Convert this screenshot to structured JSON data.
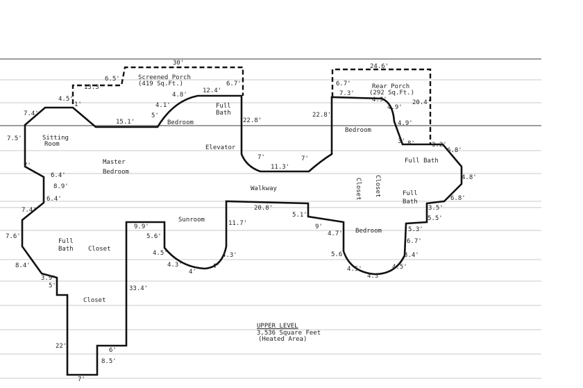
{
  "rooms": {
    "screened_porch": "Screened Porch",
    "screened_porch_area": "(419 Sq.Ft.)",
    "rear_porch": "Rear Porch",
    "rear_porch_area": "(292 Sq.Ft.)",
    "sitting_room_1": "Sitting",
    "sitting_room_2": "Room",
    "master_bedroom_1": "Master",
    "master_bedroom_2": "Bedroom",
    "full_bath_upper_1": "Full",
    "full_bath_upper_2": "Bath",
    "bedroom_mid": "Bedroom",
    "elevator": "Elevator",
    "bedroom_right": "Bedroom",
    "full_bath_right": "Full Bath",
    "walkway": "Walkway",
    "closet_vertical": "Closet",
    "full_bath_far_right_1": "Full",
    "full_bath_far_right_2": "Bath",
    "sunroom": "Sunroom",
    "full_bath_left_1": "Full",
    "full_bath_left_2": "Bath",
    "closet_left": "Closet",
    "closet_bottom": "Closet",
    "bedroom_bottom_right": "Bedroom"
  },
  "dimensions": {
    "d30": "30'",
    "d6_5": "6.5'",
    "d13_3": "13.3'",
    "d4_5a": "4.5'",
    "d1": "1'",
    "d7_4a": "7.4'",
    "d15_1": "15.1'",
    "d4_1": "4.1'",
    "d4_8a": "4.8'",
    "d12_4": "12.4'",
    "d6_7a": "6.7'",
    "d5a": "5'",
    "d22_8a": "22.8'",
    "d7_5": "7.5'",
    "d7a": "7'",
    "d6_4a": "6.4'",
    "d8_9": "8.9'",
    "d6_4b": "6.4'",
    "d7_4b": "7.4'",
    "d7_6": "7.6'",
    "d8_4": "8.4'",
    "d3_9": "3.9'",
    "d5b": "5'",
    "d7b": "7'",
    "d11_3": "11.3'",
    "d7c": "7'",
    "d22_8b": "22.8'",
    "d24_6": "24.6'",
    "d6_7b": "6.7'",
    "d7_3": "7.3'",
    "d4_9a": "4.9'",
    "d4_9b": "4.9'",
    "d20_4": "20.4'",
    "d4_9c": "4.9'",
    "d3a": "3'",
    "d8a": "8'",
    "d3_2": "3.2'",
    "d6_8a": "6.8'",
    "d4_8b": "4.8'",
    "d6_8b": "6.8'",
    "d3_5": "3.5'",
    "d5_5": "5.5'",
    "d5_3": "5.3'",
    "d6_7c": "6.7'",
    "d3_4": "3.4'",
    "d4_5b": "4.5'",
    "d4_3a": "4.3'",
    "d4_5c": "4.5'",
    "d5_6a": "5.6'",
    "d4_7": "4.7'",
    "d9": "9'",
    "d5_1": "5.1'",
    "d20_8": "20.8'",
    "d11_7": "11.7'",
    "d4_3b": "4.3'",
    "d4a": "4'",
    "d4b": "4'",
    "d4_3c": "4.3'",
    "d4_5d": "4.5'",
    "d5_6b": "5.6'",
    "d9_9": "9.9'",
    "d33_4": "33.4'",
    "d6": "6'",
    "d8_5": "8.5'",
    "d7d": "7'",
    "d22": "22'"
  },
  "summary": {
    "level": "UPPER LEVEL",
    "square_feet": "3,536 Square Feet",
    "heated": "(Heated Area)"
  }
}
